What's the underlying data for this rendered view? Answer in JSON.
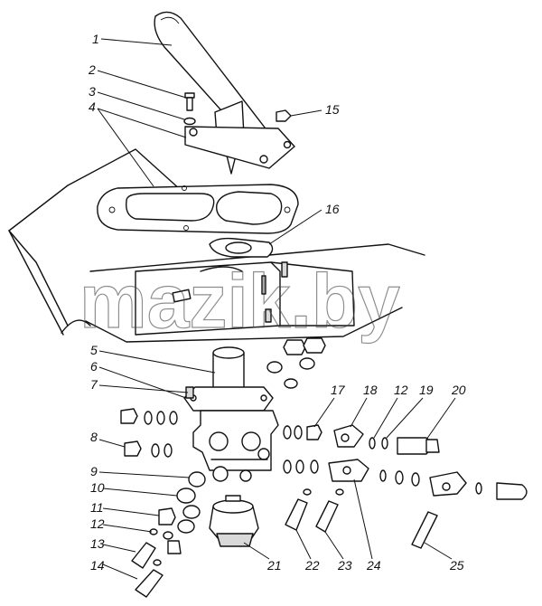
{
  "watermark": "mazik.by",
  "callouts": [
    {
      "id": "1",
      "text": "1"
    },
    {
      "id": "2",
      "text": "2"
    },
    {
      "id": "3",
      "text": "3"
    },
    {
      "id": "4",
      "text": "4"
    },
    {
      "id": "15",
      "text": "15"
    },
    {
      "id": "16",
      "text": "16"
    },
    {
      "id": "5",
      "text": "5"
    },
    {
      "id": "6",
      "text": "6"
    },
    {
      "id": "7",
      "text": "7"
    },
    {
      "id": "8",
      "text": "8"
    },
    {
      "id": "17",
      "text": "17"
    },
    {
      "id": "18",
      "text": "18"
    },
    {
      "id": "12a",
      "text": "12"
    },
    {
      "id": "19",
      "text": "19"
    },
    {
      "id": "20",
      "text": "20"
    },
    {
      "id": "9",
      "text": "9"
    },
    {
      "id": "10",
      "text": "10"
    },
    {
      "id": "11",
      "text": "11"
    },
    {
      "id": "12b",
      "text": "12"
    },
    {
      "id": "13",
      "text": "13"
    },
    {
      "id": "14",
      "text": "14"
    },
    {
      "id": "21",
      "text": "21"
    },
    {
      "id": "22",
      "text": "22"
    },
    {
      "id": "23",
      "text": "23"
    },
    {
      "id": "24",
      "text": "24"
    },
    {
      "id": "25",
      "text": "25"
    }
  ]
}
